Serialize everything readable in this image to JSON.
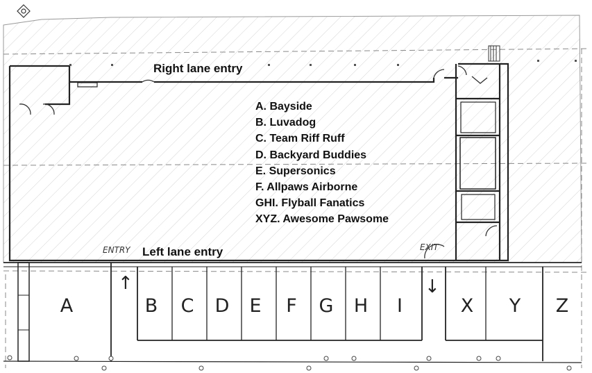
{
  "labels": {
    "right_lane_entry": "Right lane entry",
    "left_lane_entry": "Left lane entry",
    "entry_handwritten": "ENTRY",
    "exit_handwritten": "EXIT"
  },
  "legend": [
    "A. Bayside",
    "B. Luvadog",
    "C. Team Riff Ruff",
    "D. Backyard Buddies",
    "E. Supersonics",
    "F. Allpaws Airborne",
    "GHI. Flyball Fanatics",
    "XYZ. Awesome Pawsome"
  ],
  "stalls": [
    "A",
    "B",
    "C",
    "D",
    "E",
    "F",
    "G",
    "H",
    "I",
    "X",
    "Y",
    "Z"
  ],
  "icons": {
    "north": "north-arrow-icon",
    "entry_arrow": "arrow-up-icon",
    "exit_arrow": "arrow-down-icon"
  }
}
